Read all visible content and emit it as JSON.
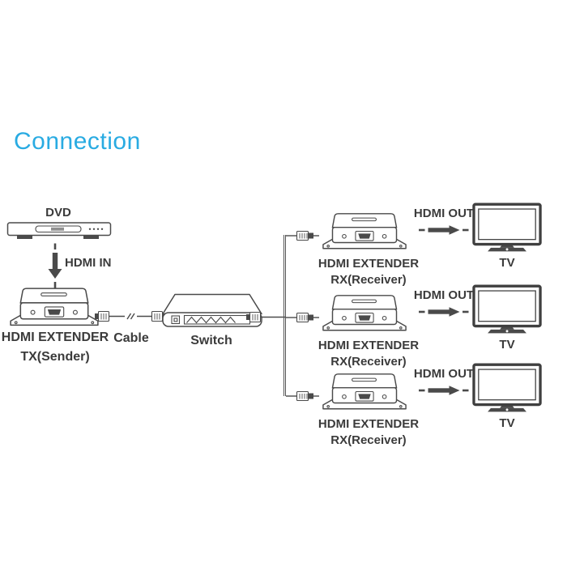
{
  "title": "Connection",
  "colors": {
    "accent_title": "#29abe2",
    "line_art": "#4a4a4a",
    "label_text": "#3b3b3b",
    "background": "#ffffff"
  },
  "source_chain": {
    "dvd": {
      "label": "DVD",
      "icon": "dvd-player-icon"
    },
    "hdmi_in": {
      "label": "HDMI IN",
      "icon": "arrow-down-icon"
    },
    "transmitter": {
      "label_line1": "HDMI EXTENDER",
      "label_line2": "TX(Sender)",
      "icon": "hdmi-extender-icon"
    },
    "cable": {
      "label": "Cable",
      "icon": "ethernet-cable-icon"
    },
    "switch": {
      "label": "Switch",
      "icon": "network-switch-icon"
    }
  },
  "receiver_rows": [
    {
      "receiver_label_line1": "HDMI EXTENDER",
      "receiver_label_line2": "RX(Receiver)",
      "hdmi_out_label": "HDMI OUT",
      "tv_label": "TV"
    },
    {
      "receiver_label_line1": "HDMI EXTENDER",
      "receiver_label_line2": "RX(Receiver)",
      "hdmi_out_label": "HDMI OUT",
      "tv_label": "TV"
    },
    {
      "receiver_label_line1": "HDMI EXTENDER",
      "receiver_label_line2": "RX(Receiver)",
      "hdmi_out_label": "HDMI OUT",
      "tv_label": "TV"
    }
  ]
}
